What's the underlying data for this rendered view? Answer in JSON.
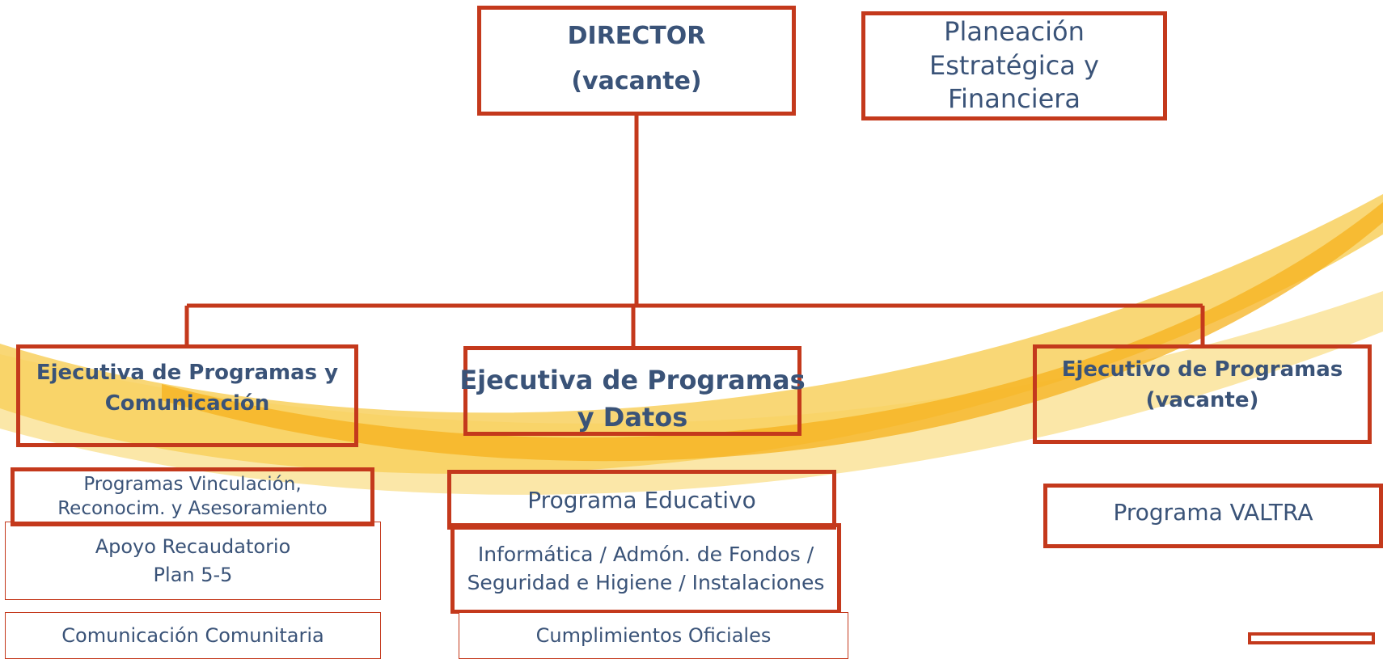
{
  "colors": {
    "border": "#c4391c",
    "text": "#3a5378",
    "swoosh_light": "#fbe7a8",
    "swoosh_mid": "#f8d05e",
    "swoosh_dark": "#f5b21e"
  },
  "nodes": {
    "director": {
      "line1": "DIRECTOR",
      "line2": "(vacante)"
    },
    "planeacion": {
      "line1": "Planeación",
      "line2": "Estratégica y",
      "line3": "Financiera"
    },
    "exec_comunicacion": {
      "line1": "Ejecutiva de  Programas y",
      "line2": "Comunicación"
    },
    "exec_datos": {
      "line1": "Ejecutiva de Programas",
      "line2": "y Datos"
    },
    "exec_vacante": {
      "line1": "Ejecutivo de   Programas",
      "line2": "(vacante)"
    },
    "prog_vinculacion": {
      "line1": "Programas Vinculación,",
      "line2": "Reconocim. y Asesoramiento"
    },
    "apoyo": {
      "line1": "Apoyo Recaudatorio",
      "line2": "Plan 5-5"
    },
    "comunicacion": {
      "line1": "Comunicación Comunitaria"
    },
    "prog_educativo": {
      "line1": "Programa Educativo"
    },
    "informatica": {
      "line1": "Informática / Admón. de Fondos /",
      "line2": "Seguridad e Higiene /  Instalaciones"
    },
    "cumplimientos": {
      "line1": "Cumplimientos Oficiales"
    },
    "valtra": {
      "line1": "Programa VALTRA"
    }
  }
}
